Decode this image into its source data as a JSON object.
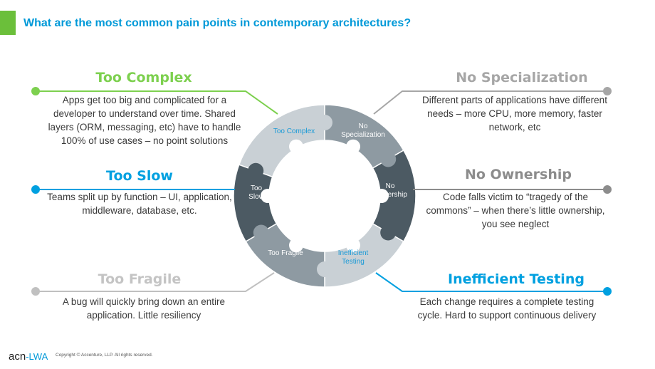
{
  "title": "What are the most common pain points in contemporary architectures?",
  "colors": {
    "green": "#7dd04f",
    "blue": "#00a0e0",
    "gray": "#a6a6a6",
    "dark_gray": "#8c8c8c",
    "piece_dark": "#4c5a63",
    "piece_mid": "#8e9aa2",
    "piece_light": "#c9d0d5"
  },
  "pain_points": {
    "too_complex": {
      "heading": "Too Complex",
      "body": "Apps get too big and complicated for a developer to understand over time. Shared layers (ORM, messaging, etc) have to handle 100% of use cases – no point solutions"
    },
    "too_slow": {
      "heading": "Too Slow",
      "body": "Teams split up by function – UI, application, middleware, database, etc."
    },
    "too_fragile": {
      "heading": "Too Fragile",
      "body": "A bug will quickly bring down an entire application. Little resiliency"
    },
    "no_specialization": {
      "heading": "No Specialization",
      "body": "Different parts of applications have different needs – more CPU, more memory, faster network, etc"
    },
    "no_ownership": {
      "heading": "No Ownership",
      "body": "Code falls victim to “tragedy of the commons” – when there’s little ownership, you see neglect"
    },
    "inefficient_testing": {
      "heading": "Inefficient Testing",
      "body": "Each change requires a complete testing cycle. Hard to support continuous delivery"
    }
  },
  "puzzle_labels": {
    "too_complex": "Too Complex",
    "no_specialization_1": "No",
    "no_specialization_2": "Specialization",
    "too_slow_1": "Too",
    "too_slow_2": "Slow",
    "no_ownership_1": "No",
    "no_ownership_2": "Ownership",
    "too_fragile": "Too Fragile",
    "inefficient_testing_1": "Inefficient",
    "inefficient_testing_2": "Testing"
  },
  "footer": {
    "logo_main": "acn",
    "logo_sep": "-",
    "logo_sub": "LWA",
    "copyright": "Copyright © Accenture, LLP. All rights reserved."
  }
}
